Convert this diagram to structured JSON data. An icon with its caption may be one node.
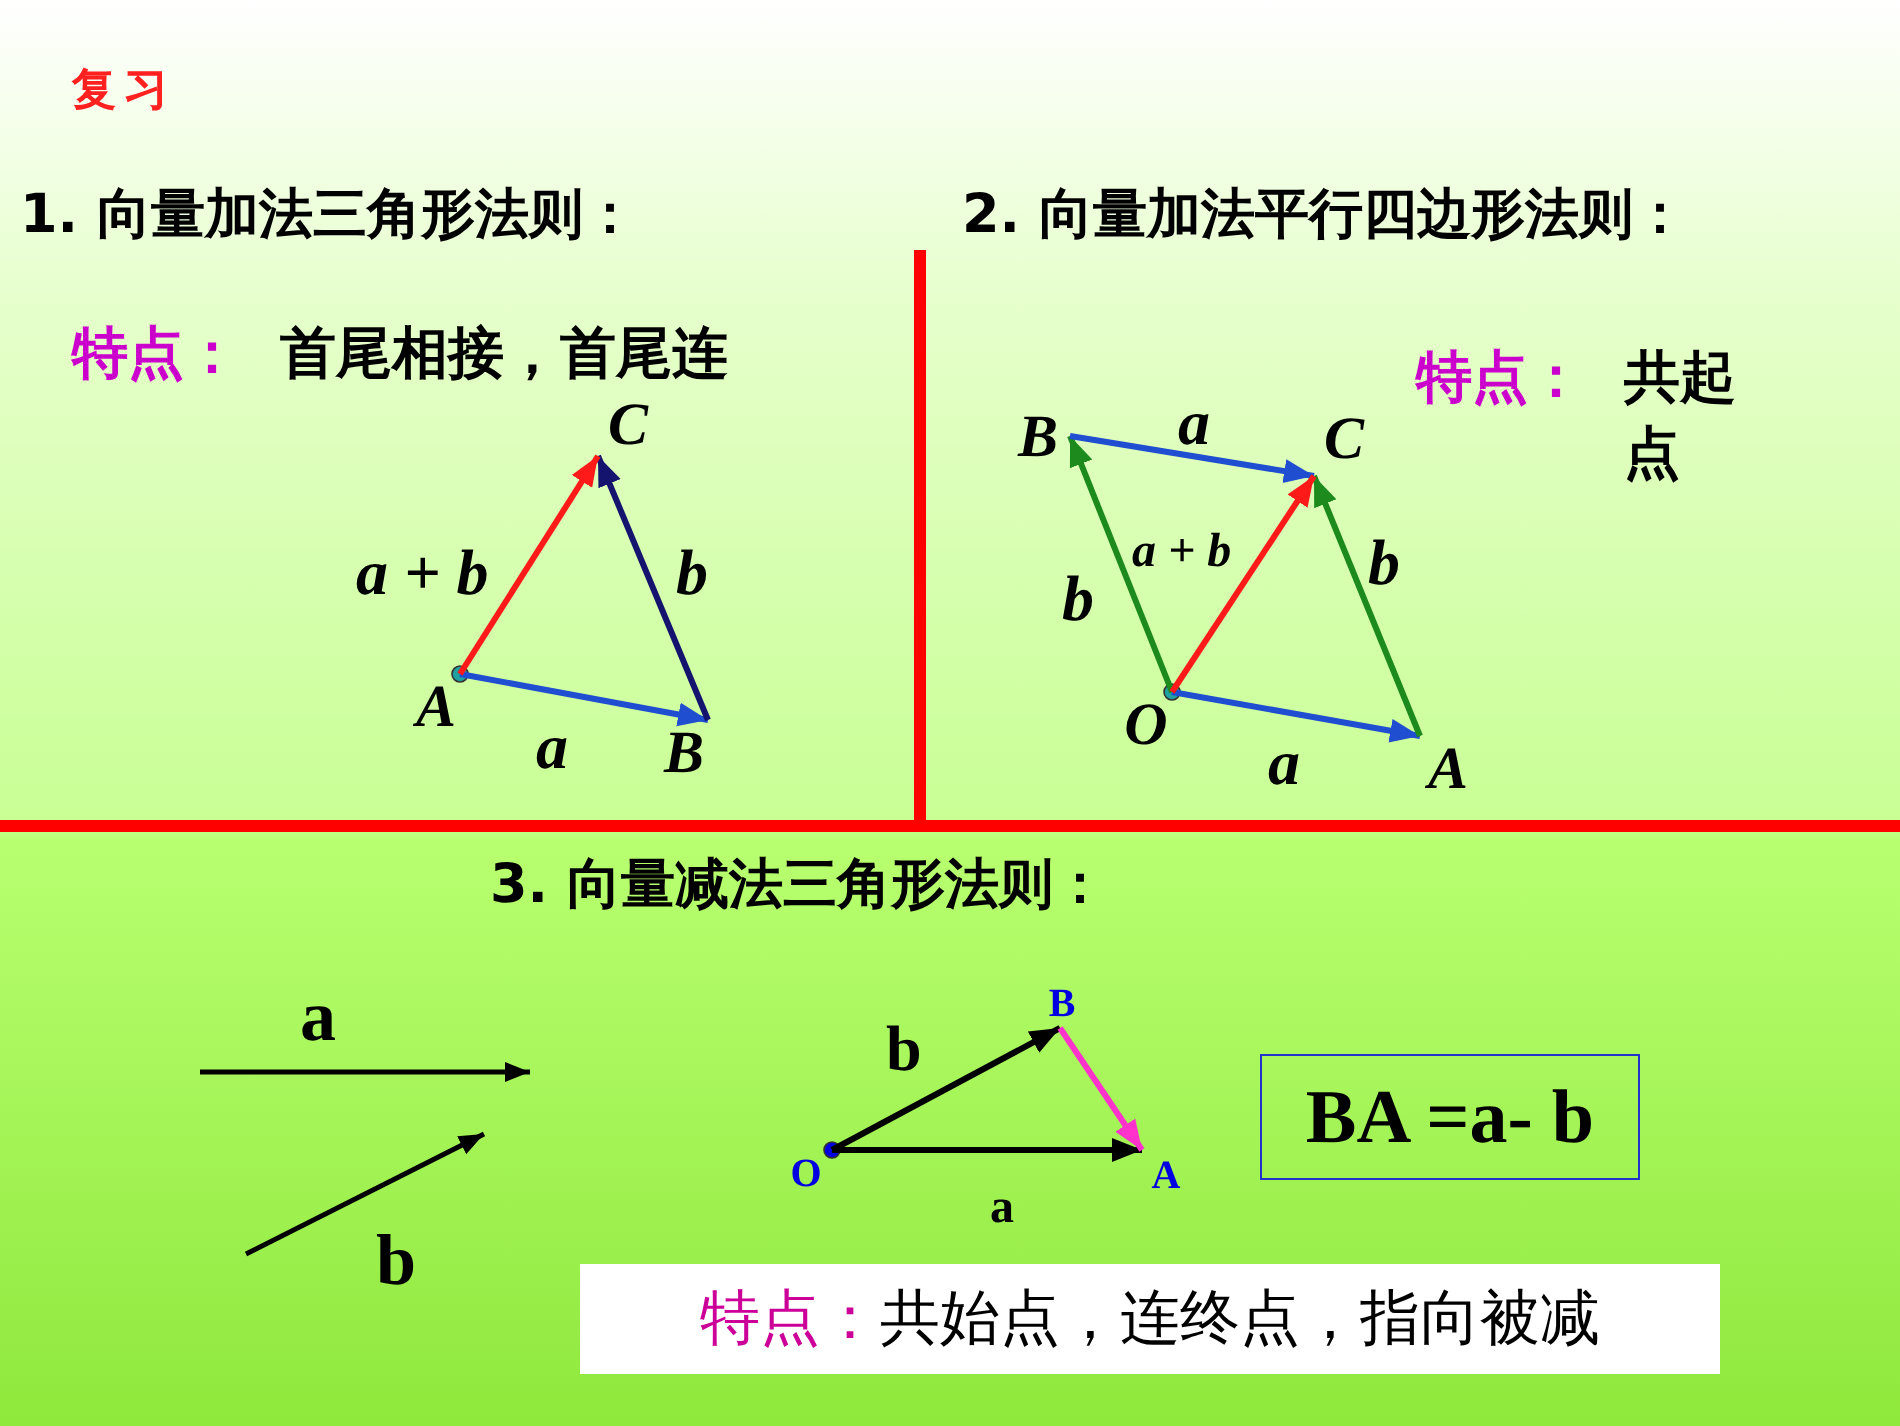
{
  "diagram": {
    "title": "复习",
    "nodes": [
      {
        "text": [
          "C"
        ]
      },
      {
        "text": [
          "A"
        ]
      },
      {
        "text": [
          "B"
        ]
      },
      {
        "text": [
          "B"
        ]
      },
      {
        "text": [
          "C"
        ]
      },
      {
        "text": [
          "O"
        ]
      },
      {
        "text": [
          "A"
        ]
      },
      {
        "text": [
          "B"
        ]
      },
      {
        "text": [
          "O"
        ]
      },
      {
        "text": [
          "A"
        ]
      },
      {
        "text": [
          "BA =a- b"
        ]
      },
      {
        "text": [
          "特点：",
          "共始点，连终点，指向被减"
        ]
      }
    ],
    "edges": [
      {
        "from": 1,
        "to": 2,
        "arrow": "to",
        "label": "a",
        "color": "#1f4fd0"
      },
      {
        "from": 2,
        "to": 0,
        "arrow": "to",
        "label": "b",
        "color": "#14146e"
      },
      {
        "from": 1,
        "to": 0,
        "arrow": "to",
        "label": "a + b",
        "color": "#ff1a1a"
      },
      {
        "from": 5,
        "to": 6,
        "arrow": "to",
        "label": "a",
        "color": "#1f4fd0"
      },
      {
        "from": 6,
        "to": 4,
        "arrow": "to",
        "label": "b",
        "color": "#1c8a1c"
      },
      {
        "from": 5,
        "to": 3,
        "arrow": "to",
        "label": "b",
        "color": "#1c8a1c"
      },
      {
        "from": 3,
        "to": 4,
        "arrow": "to",
        "label": "a",
        "color": "#1f4fd0"
      },
      {
        "from": 5,
        "to": 4,
        "arrow": "to",
        "label": "a + b",
        "color": "#ff1a1a"
      },
      {
        "from": 8,
        "to": 7,
        "arrow": "to",
        "label": "b",
        "color": "#000000"
      },
      {
        "from": 8,
        "to": 9,
        "arrow": "to",
        "label": "a",
        "color": "#000000"
      },
      {
        "from": 7,
        "to": 9,
        "arrow": "to",
        "color": "#ff33cc"
      }
    ],
    "labels": [
      "1. 向量加法三角形法则：",
      "2. 向量加法平行四边形法则：",
      "特点：",
      "首尾相接，首尾连",
      "特点：",
      "共起点",
      "3. 向量减法三角形法则：",
      "a",
      "b"
    ]
  }
}
